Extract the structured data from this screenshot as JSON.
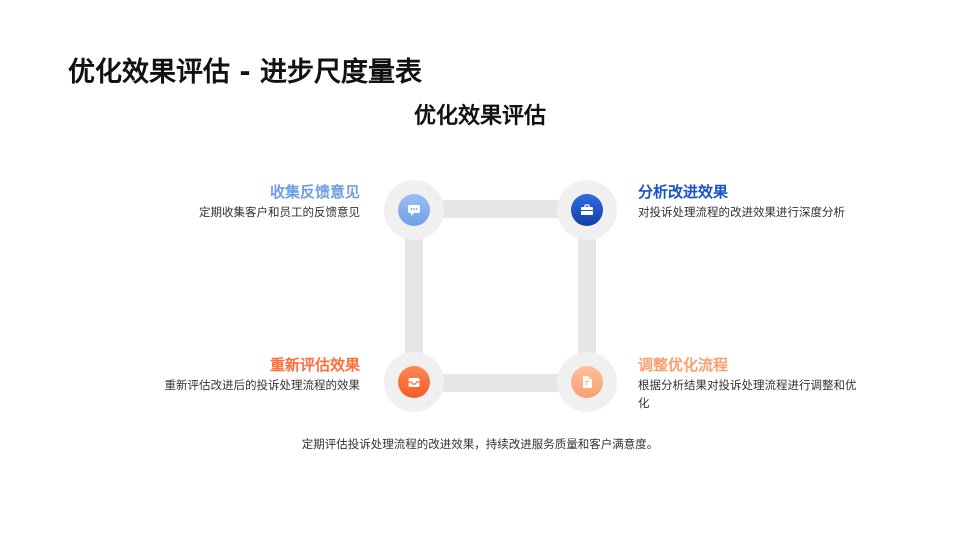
{
  "page_title": "优化效果评估 - 进步尺度量表",
  "diagram_title": "优化效果评估",
  "steps": [
    {
      "heading": "收集反馈意见",
      "description": "定期收集客户和员工的反馈意见",
      "icon": "chat-icon",
      "color": "#6d9ee6"
    },
    {
      "heading": "分析改进效果",
      "description": "对投诉处理流程的改进效果进行深度分析",
      "icon": "briefcase-icon",
      "color": "#1a52c7"
    },
    {
      "heading": "重新评估效果",
      "description": "重新评估改进后的投诉处理流程的效果",
      "icon": "inbox-icon",
      "color": "#ff6f3c"
    },
    {
      "heading": "调整优化流程",
      "description": "根据分析结果对投诉处理流程进行调整和优化",
      "icon": "document-icon",
      "color": "#f7a070"
    }
  ],
  "footer_note": "定期评估投诉处理流程的改进效果，持续改进服务质量和客户满意度。"
}
